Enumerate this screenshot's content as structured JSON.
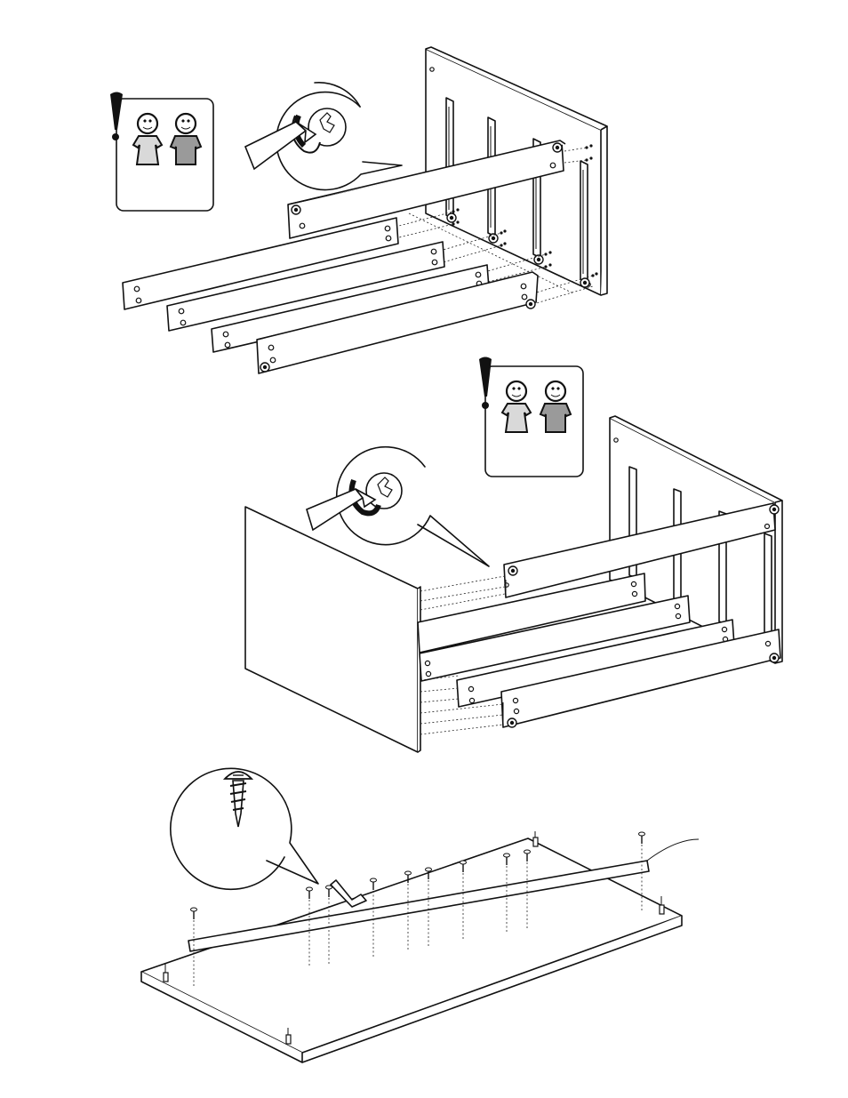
{
  "page": {
    "step_1": {
      "warning_icon": "exclamation-two-person-icon",
      "detail": "cam-lock-tighten-screwdriver",
      "parts": [
        "top-rail",
        "drawer-rail",
        "drawer-rail",
        "drawer-rail",
        "bottom-rail"
      ]
    },
    "step_2": {
      "warning_icon": "exclamation-two-person-icon",
      "detail": "cam-lock-tighten-screwdriver",
      "parts": [
        "side-panel",
        "frame-assembly"
      ]
    },
    "step_3": {
      "detail": "wood-screw",
      "parts": [
        "back-panel",
        "support-strip",
        "screws",
        "feet"
      ]
    },
    "colors": {
      "line": "#111111",
      "shirt_light": "#d9d9d9",
      "shirt_dark": "#9a9a9a",
      "background": "#ffffff"
    }
  }
}
